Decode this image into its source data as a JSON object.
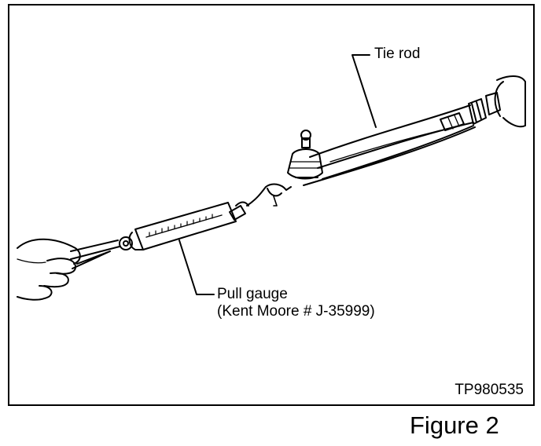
{
  "labels": {
    "tie_rod": "Tie rod",
    "pull_gauge": "Pull gauge",
    "tool_number": "(Kent Moore # J-35999)",
    "figure_code": "TP980535"
  },
  "caption": "Figure 2"
}
